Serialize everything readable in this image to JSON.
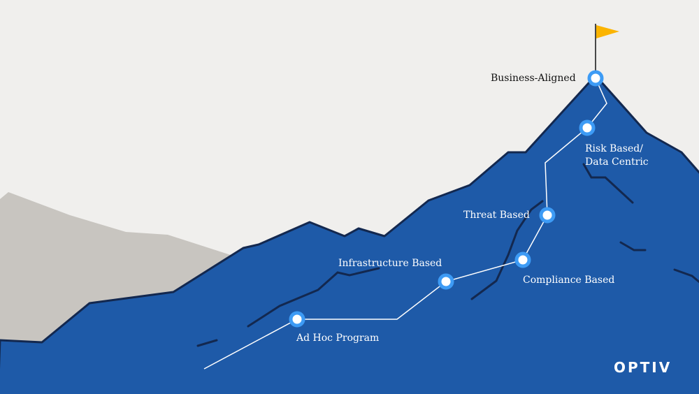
{
  "title": "Security maturity mountain",
  "stages": [
    {
      "label": "Ad Hoc Program"
    },
    {
      "label": "Infrastructure Based"
    },
    {
      "label": "Compliance Based"
    },
    {
      "label": "Threat Based"
    },
    {
      "label": "Risk Based/",
      "label2": "Data Centric"
    },
    {
      "label": "Business-Aligned"
    }
  ],
  "logo": "OPTIV",
  "colors": {
    "background": "#f0efed",
    "mountain": "#1e5aa8",
    "outline": "#13284f",
    "hill": "#c8c5c0",
    "node": "#3d9bf5",
    "flag": "#fbb400"
  }
}
